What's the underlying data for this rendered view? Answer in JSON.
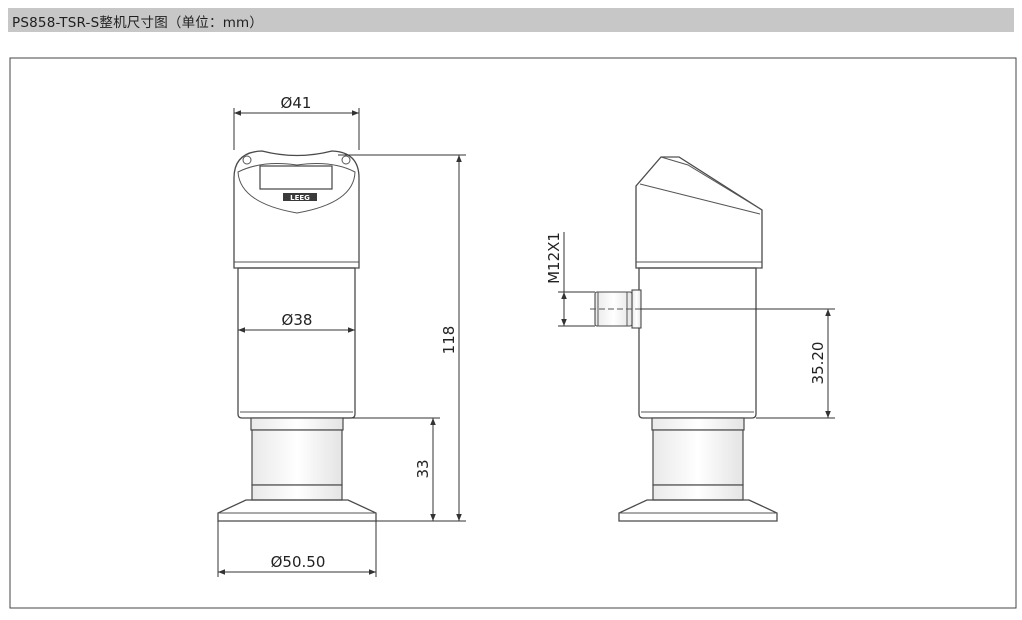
{
  "header": {
    "title": "PS858-TSR-S整机尺寸图（单位：mm）"
  },
  "drawing": {
    "front_view": {
      "top_diameter": "Ø41",
      "body_diameter": "Ø38",
      "flange_diameter": "Ø50.50",
      "total_height": "118",
      "flange_height": "33",
      "logo": "LEEG"
    },
    "side_view": {
      "connector": "M12X1",
      "connector_height": "35.20"
    }
  }
}
